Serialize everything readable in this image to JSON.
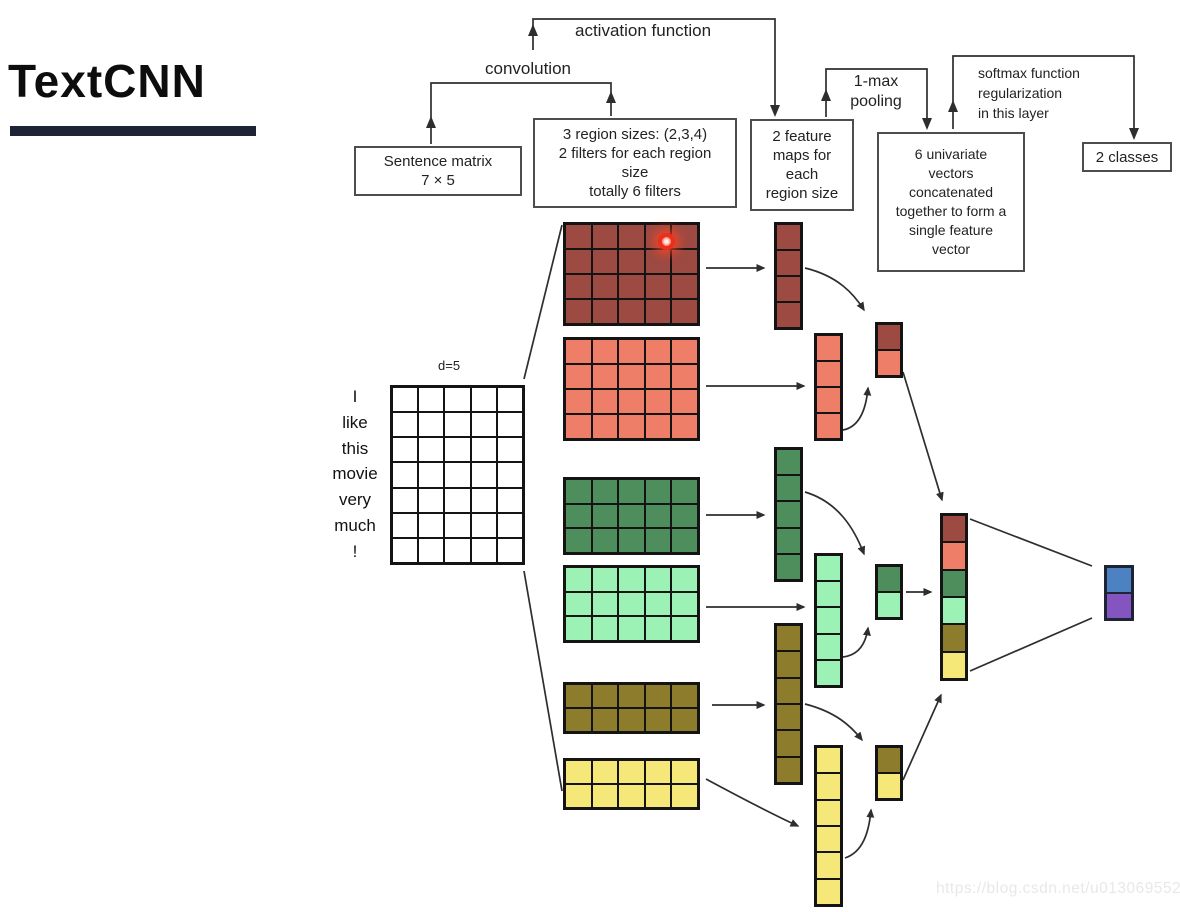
{
  "title": "TextCNN",
  "watermark": "https://blog.csdn.net/u013069552",
  "stage_labels": {
    "convolution": "convolution",
    "activation_function": "activation function",
    "pooling": [
      "1-max",
      "pooling"
    ],
    "softmax": [
      "softmax function",
      "regularization",
      "in this layer"
    ]
  },
  "annotation_boxes": {
    "sentence_matrix": [
      "Sentence matrix",
      "7 × 5"
    ],
    "region_sizes": [
      "3 region sizes: (2,3,4)",
      "2 filters for each region",
      "size",
      "totally 6 filters"
    ],
    "feature_maps": [
      "2 feature",
      "maps for",
      "each",
      "region size"
    ],
    "univariate": [
      "6 univariate",
      "vectors",
      "concatenated",
      "together to form a",
      "single feature",
      "vector"
    ],
    "classes": [
      "2 classes"
    ]
  },
  "sentence": {
    "words": [
      "I",
      "like",
      "this",
      "movie",
      "very",
      "much",
      "!"
    ],
    "dims_label": "d=5",
    "rows": 7,
    "cols": 5
  },
  "colors": {
    "white": "#ffffff",
    "dark_red": "#9c4a42",
    "salmon": "#ef7e69",
    "dark_green": "#4e8e5d",
    "light_green": "#9cf2b4",
    "olive": "#8c7c2b",
    "yellow": "#f6e878",
    "blue": "#4d82c2",
    "purple": "#8455c0",
    "class_border": "#1e2433"
  },
  "grids": [
    {
      "id": "sentence-grid",
      "name": "sentence-matrix-grid",
      "rows": 7,
      "cols": 5,
      "color": "white"
    },
    {
      "id": "filter-r4-1",
      "name": "filter-region4-1",
      "rows": 4,
      "cols": 5,
      "color": "dark_red"
    },
    {
      "id": "filter-r4-2",
      "name": "filter-region4-2",
      "rows": 4,
      "cols": 5,
      "color": "salmon"
    },
    {
      "id": "filter-r3-1",
      "name": "filter-region3-1",
      "rows": 3,
      "cols": 5,
      "color": "dark_green"
    },
    {
      "id": "filter-r3-2",
      "name": "filter-region3-2",
      "rows": 3,
      "cols": 5,
      "color": "light_green"
    },
    {
      "id": "filter-r2-1",
      "name": "filter-region2-1",
      "rows": 2,
      "cols": 5,
      "color": "olive"
    },
    {
      "id": "filter-r2-2",
      "name": "filter-region2-2",
      "rows": 2,
      "cols": 5,
      "color": "yellow"
    },
    {
      "id": "fmap-r4-1",
      "name": "feature-map-region4-1",
      "rows": 4,
      "cols": 1,
      "color": "dark_red"
    },
    {
      "id": "fmap-r4-2",
      "name": "feature-map-region4-2",
      "rows": 4,
      "cols": 1,
      "color": "salmon"
    },
    {
      "id": "fmap-r3-1",
      "name": "feature-map-region3-1",
      "rows": 5,
      "cols": 1,
      "color": "dark_green"
    },
    {
      "id": "fmap-r3-2",
      "name": "feature-map-region3-2",
      "rows": 5,
      "cols": 1,
      "color": "light_green"
    },
    {
      "id": "fmap-r2-1",
      "name": "feature-map-region2-1",
      "rows": 6,
      "cols": 1,
      "color": "olive"
    },
    {
      "id": "fmap-r2-2",
      "name": "feature-map-region2-2",
      "rows": 6,
      "cols": 1,
      "color": "yellow"
    },
    {
      "id": "pool-r4",
      "name": "pooled-pair-region4",
      "cols": 1,
      "cells": [
        "dark_red",
        "salmon"
      ]
    },
    {
      "id": "pool-r3",
      "name": "pooled-pair-region3",
      "cols": 1,
      "cells": [
        "dark_green",
        "light_green"
      ]
    },
    {
      "id": "pool-r2",
      "name": "pooled-pair-region2",
      "cols": 1,
      "cells": [
        "olive",
        "yellow"
      ]
    },
    {
      "id": "feature-vector",
      "name": "concatenated-feature-vector",
      "cols": 1,
      "cells": [
        "dark_red",
        "salmon",
        "dark_green",
        "light_green",
        "olive",
        "yellow"
      ]
    },
    {
      "id": "class-block",
      "name": "output-classes-block",
      "cols": 1,
      "cells": [
        "blue",
        "purple"
      ],
      "border": "class_border"
    }
  ]
}
